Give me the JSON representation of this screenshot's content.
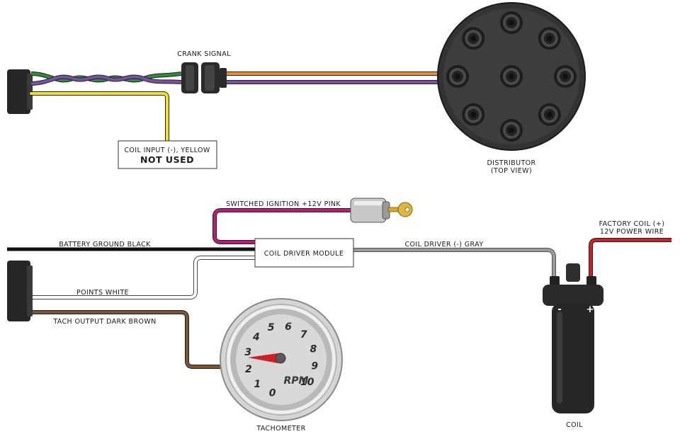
{
  "labels": {
    "crank_signal": "CRANK SIGNAL",
    "coil_input_line1": "COIL INPUT (-), YELLOW",
    "coil_input_line2": "NOT USED",
    "distributor_line1": "DISTRIBUTOR",
    "distributor_line2": "(TOP VIEW)",
    "switched_ignition": "SWITCHED IGNITION +12V PINK",
    "battery_ground": "BATTERY GROUND BLACK",
    "coil_driver_module": "COIL DRIVER MODULE",
    "coil_driver_gray": "COIL DRIVER (-) GRAY",
    "factory_coil_line1": "FACTORY COIL (+)",
    "factory_coil_line2": "12V POWER WIRE",
    "points_white": "POINTS WHITE",
    "tach_output": "TACH OUTPUT DARK BROWN",
    "tachometer": "TACHOMETER",
    "coil": "COIL",
    "coil_minus": "-",
    "coil_plus": "+",
    "rpm": "RPM"
  },
  "gauge": {
    "numbers": [
      "0",
      "1",
      "2",
      "3",
      "4",
      "5",
      "6",
      "7",
      "8",
      "9",
      "10"
    ]
  },
  "colors": {
    "green": "#2e8b3d",
    "purple": "#7b4fa6",
    "orange": "#ef8a2e",
    "yellow": "#f2e21f",
    "pink": "#c2187a",
    "black": "#111111",
    "gray": "#9a9a9a",
    "white_wire": "#e8e8e8",
    "brown": "#7a5434",
    "red": "#d21f26",
    "component": "#262626"
  }
}
